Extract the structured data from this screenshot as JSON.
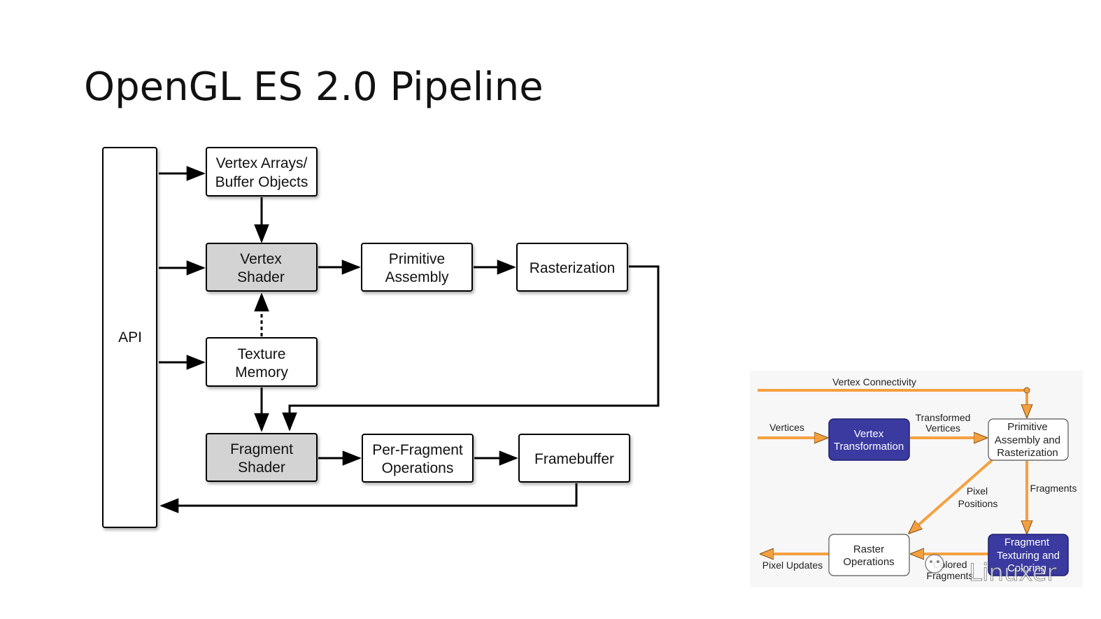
{
  "title": "OpenGL ES 2.0 Pipeline",
  "main_diagram": {
    "api": "API",
    "vertex_arrays": [
      "Vertex Arrays/",
      "Buffer Objects"
    ],
    "vertex_shader": [
      "Vertex",
      "Shader"
    ],
    "primitive_assembly": [
      "Primitive",
      "Assembly"
    ],
    "rasterization": "Rasterization",
    "texture_memory": [
      "Texture",
      "Memory"
    ],
    "fragment_shader": [
      "Fragment",
      "Shader"
    ],
    "per_fragment_operations": [
      "Per-Fragment",
      "Operations"
    ],
    "framebuffer": "Framebuffer"
  },
  "side_diagram": {
    "vertex_connectivity": "Vertex Connectivity",
    "vertices": "Vertices",
    "vertex_transformation": [
      "Vertex",
      "Transformation"
    ],
    "transformed_vertices": [
      "Transformed",
      "Vertices"
    ],
    "primitive_assembly": [
      "Primitive",
      "Assembly and",
      "Rasterization"
    ],
    "pixel_positions": [
      "Pixel",
      "Positions"
    ],
    "fragments": "Fragments",
    "fragment_texturing": [
      "Fragment",
      "Texturing and",
      "Coloring"
    ],
    "raster_operations": [
      "Raster",
      "Operations"
    ],
    "colored_fragments": [
      "Colored",
      "Fragments"
    ],
    "pixel_updates": "Pixel Updates",
    "colors": {
      "accent": "#f5a040",
      "box_fill": "#3a3aa0",
      "box_border": "#1e1e70"
    }
  },
  "watermark": "Linuxer"
}
